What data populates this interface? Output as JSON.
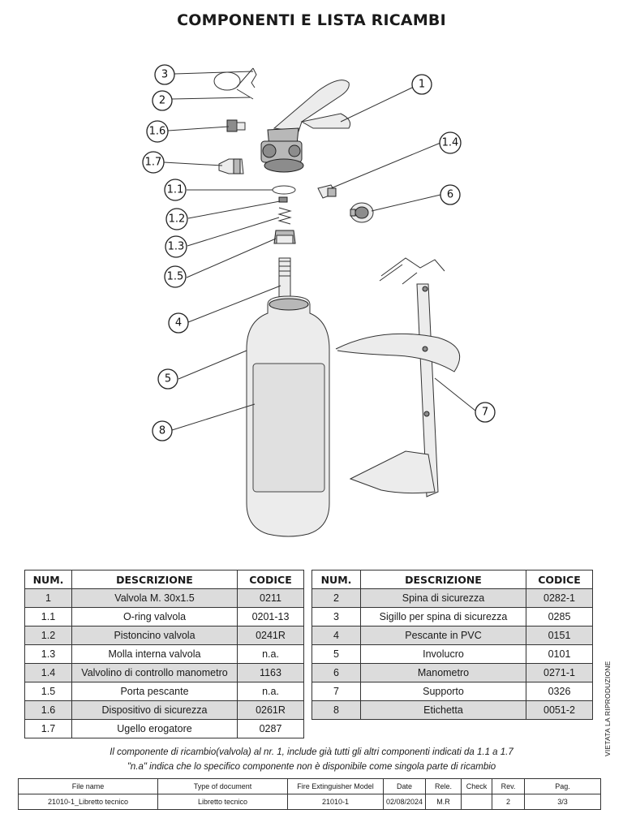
{
  "title": "COMPONENTI E LISTA RICAMBI",
  "callouts": [
    "3",
    "2",
    "1.6",
    "1.7",
    "1.1",
    "1.2",
    "1.3",
    "1.5",
    "4",
    "5",
    "8",
    "1",
    "1.4",
    "6",
    "7"
  ],
  "table_left": {
    "headers": [
      "NUM.",
      "DESCRIZIONE",
      "CODICE"
    ],
    "rows": [
      {
        "num": "1",
        "desc": "Valvola  M. 30x1.5",
        "code": "0211"
      },
      {
        "num": "1.1",
        "desc": "O-ring valvola",
        "code": "0201-13"
      },
      {
        "num": "1.2",
        "desc": "Pistoncino valvola",
        "code": "0241R"
      },
      {
        "num": "1.3",
        "desc": "Molla interna valvola",
        "code": "n.a."
      },
      {
        "num": "1.4",
        "desc": "Valvolino di controllo manometro",
        "code": "1163"
      },
      {
        "num": "1.5",
        "desc": "Porta pescante",
        "code": "n.a."
      },
      {
        "num": "1.6",
        "desc": "Dispositivo di sicurezza",
        "code": "0261R"
      },
      {
        "num": "1.7",
        "desc": "Ugello erogatore",
        "code": "0287"
      }
    ]
  },
  "table_right": {
    "headers": [
      "NUM.",
      "DESCRIZIONE",
      "CODICE"
    ],
    "rows": [
      {
        "num": "2",
        "desc": "Spina di sicurezza",
        "code": "0282-1"
      },
      {
        "num": "3",
        "desc": "Sigillo per spina di sicurezza",
        "code": "0285"
      },
      {
        "num": "4",
        "desc": "Pescante in PVC",
        "code": "0151"
      },
      {
        "num": "5",
        "desc": "Involucro",
        "code": "0101"
      },
      {
        "num": "6",
        "desc": "Manometro",
        "code": "0271-1"
      },
      {
        "num": "7",
        "desc": "Supporto",
        "code": "0326"
      },
      {
        "num": "8",
        "desc": "Etichetta",
        "code": "0051-2"
      }
    ]
  },
  "notes": [
    "Il componente di ricambio(valvola) al nr. 1, include già tutti gli altri componenti indicati da 1.1 a 1.7",
    "\"n.a\" indica che lo specifico componente non è disponibile come singola parte di ricambio"
  ],
  "vertical_text": "VIETATA LA RIPRODUZIONE",
  "title_block": {
    "headers": [
      "File name",
      "Type of document",
      "Fire Extinguisher Model",
      "Date",
      "Rele.",
      "Check",
      "Rev.",
      "Pag."
    ],
    "values": [
      "21010-1_Libretto tecnico",
      "Libretto tecnico",
      "21010-1",
      "02/08/2024",
      "M.R",
      "",
      "2",
      "3/3"
    ]
  }
}
